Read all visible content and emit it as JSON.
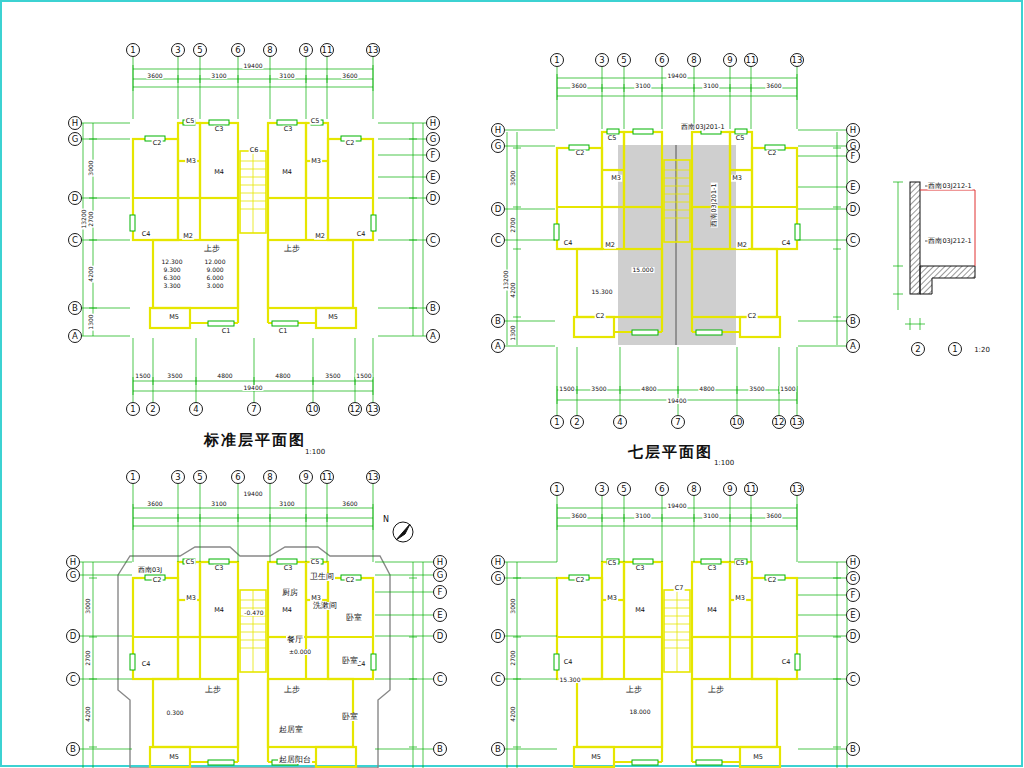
{
  "diagram": {
    "labels": [
      "1",
      "3",
      "5",
      "6",
      "8",
      "9",
      "11",
      "13",
      "H",
      "G",
      "D",
      "C",
      "B",
      "A",
      "H",
      "G",
      "F",
      "E",
      "D",
      "C",
      "B",
      "A",
      "1",
      "2",
      "4",
      "7",
      "10",
      "12",
      "13",
      "19400",
      "3600",
      "3100",
      "3100",
      "3600",
      "1500",
      "3500",
      "4800",
      "4800",
      "3500",
      "1500",
      "19400",
      "3000",
      "2700",
      "4200",
      "1300",
      "13200",
      "C2",
      "C5",
      "C3",
      "C6",
      "C3",
      "C5",
      "C2",
      "M3",
      "M4",
      "M4",
      "M3",
      "M2",
      "M2",
      "C4",
      "C4",
      "M5",
      "M5",
      "C1",
      "C1",
      "上步",
      "上步",
      "12.300",
      "9.300",
      "6.300",
      "3.300",
      "12.000",
      "9.000",
      "6.000",
      "3.000",
      "标准层平面图",
      "1:100",
      "1",
      "3",
      "5",
      "6",
      "8",
      "9",
      "11",
      "13",
      "H",
      "G",
      "D",
      "C",
      "B",
      "A",
      "H",
      "G",
      "F",
      "E",
      "D",
      "C",
      "B",
      "A",
      "1",
      "2",
      "4",
      "7",
      "10",
      "12",
      "13",
      "19400",
      "3600",
      "3100",
      "3100",
      "3600",
      "1500",
      "3500",
      "4800",
      "4800",
      "3500",
      "1500",
      "19400",
      "3000",
      "2700",
      "4200",
      "1300",
      "13200",
      "C2",
      "C5",
      "C5",
      "C2",
      "M3",
      "M3",
      "M2",
      "M2",
      "C4",
      "C4",
      "C2",
      "C2",
      "西南03J201-1",
      "西南03J201-1",
      "15.000",
      "15.300",
      "七层平面图",
      "1:100",
      "西南03J212-1",
      "西南03J212-1",
      "2",
      "1",
      "1:20",
      "1",
      "3",
      "5",
      "6",
      "8",
      "9",
      "11",
      "13",
      "H",
      "G",
      "D",
      "C",
      "B",
      "H",
      "G",
      "F",
      "E",
      "D",
      "C",
      "B",
      "19400",
      "3600",
      "3100",
      "3100",
      "3600",
      "3000",
      "2700",
      "4200",
      "C2",
      "C5",
      "C3",
      "C3",
      "C5",
      "C2",
      "M3",
      "M4",
      "M4",
      "M3",
      "C4",
      "C4",
      "M5",
      "西南03J",
      "厨房",
      "卫生间",
      "洗漱间",
      "卧室",
      "卧室",
      "餐厅",
      "起居室",
      "卧室",
      "起居阳台",
      "上步",
      "上步",
      "-0.470",
      "±0.000",
      "0.300",
      "N",
      "1",
      "3",
      "5",
      "6",
      "8",
      "9",
      "11",
      "13",
      "H",
      "G",
      "D",
      "C",
      "B",
      "H",
      "G",
      "F",
      "E",
      "D",
      "C",
      "B",
      "19400",
      "3600",
      "3100",
      "3100",
      "3600",
      "3000",
      "2700",
      "4200",
      "C2",
      "C5",
      "C3",
      "C7",
      "C3",
      "C5",
      "C2",
      "M3",
      "M4",
      "M4",
      "M3",
      "C4",
      "C4",
      "M5",
      "M5",
      "15.300",
      "18.000",
      "上步",
      "上步"
    ]
  }
}
